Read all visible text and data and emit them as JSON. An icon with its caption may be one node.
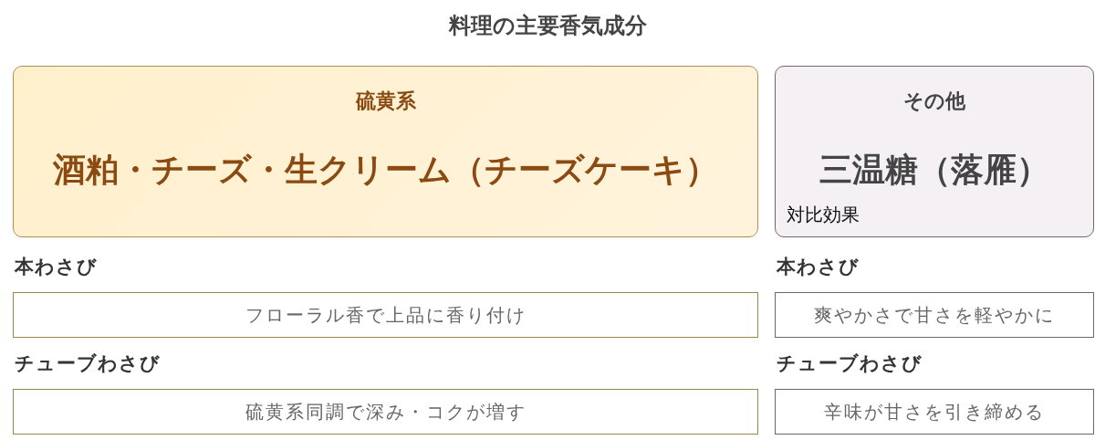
{
  "diagram": {
    "title": "料理の主要香気成分",
    "nodes": [
      {
        "text": [
          "硫黄系",
          "酒粕・チーズ・生クリーム（チーズケーキ）"
        ]
      },
      {
        "text": [
          "その他",
          "三温糖（落雁）",
          "対比効果"
        ]
      },
      {
        "text": [
          "本わさび",
          "フローラル香で上品に香り付け"
        ]
      },
      {
        "text": [
          "本わさび",
          "爽やかさで甘さを軽やかに"
        ]
      },
      {
        "text": [
          "チューブわさび",
          "硫黄系同調で深み・コクが増す"
        ]
      },
      {
        "text": [
          "チューブわさび",
          "辛味が甘さを引き締める"
        ]
      }
    ]
  }
}
